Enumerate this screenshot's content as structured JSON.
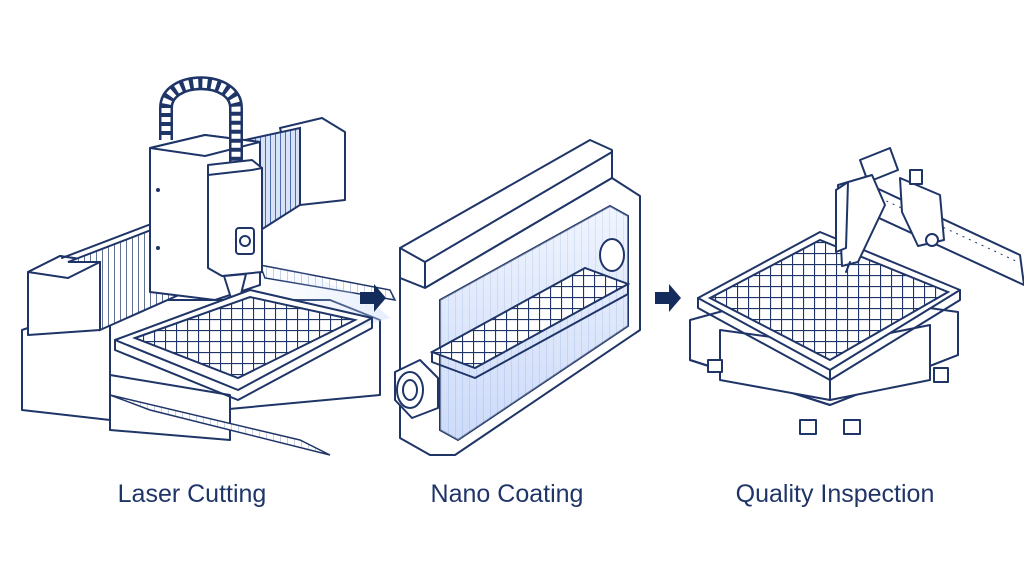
{
  "steps": [
    {
      "label": "Laser Cutting"
    },
    {
      "label": "Nano Coating"
    },
    {
      "label": "Quality Inspection"
    }
  ],
  "colors": {
    "line": "#1f3568",
    "accent": "#3f6fd8",
    "glow": "#c9dafc",
    "arrow": "#142c5c"
  }
}
